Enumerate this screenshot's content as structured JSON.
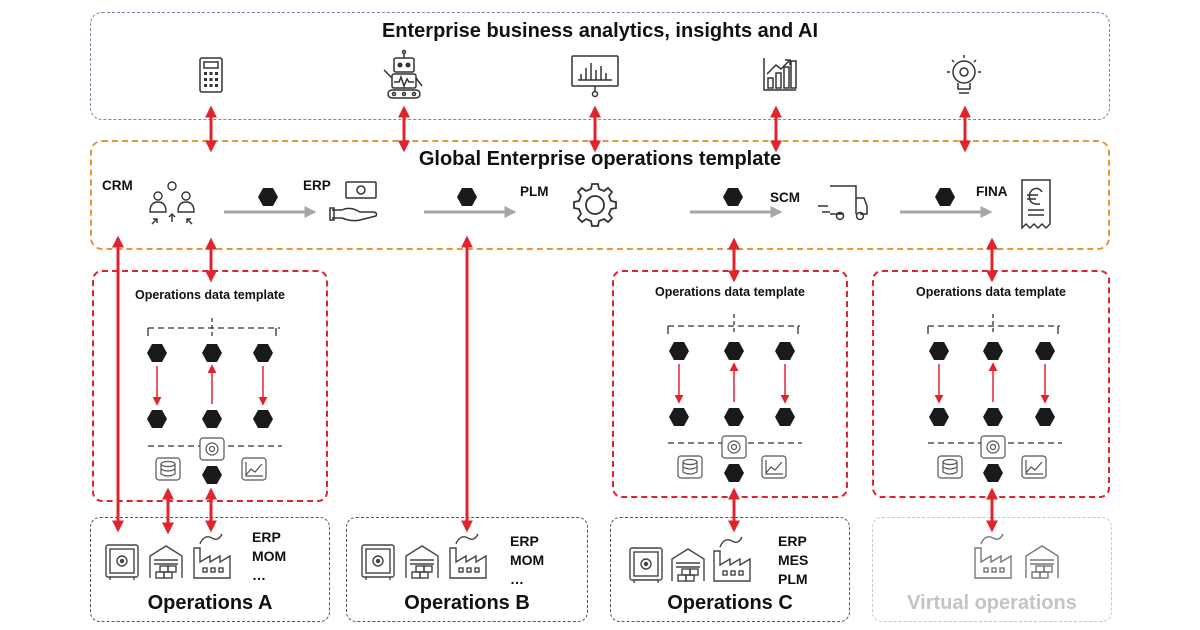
{
  "analytics": {
    "title": "Enterprise business analytics, insights and AI",
    "icons": [
      "calculator-icon",
      "robot-icon",
      "presentation-chart-icon",
      "growth-chart-icon",
      "lightbulb-icon"
    ]
  },
  "template": {
    "title": "Global Enterprise operations template",
    "processes": [
      {
        "label": "CRM",
        "icon": "people-network-icon"
      },
      {
        "label": "ERP",
        "icon": "payment-hand-icon"
      },
      {
        "label": "PLM",
        "icon": "gear-icon"
      },
      {
        "label": "SCM",
        "icon": "truck-icon"
      },
      {
        "label": "FINA",
        "icon": "euro-invoice-icon"
      }
    ]
  },
  "data_templates": [
    {
      "title": "Operations data template"
    },
    {
      "title": "Operations data template"
    },
    {
      "title": "Operations data template"
    }
  ],
  "operations": [
    {
      "title": "Operations A",
      "systems": "ERP\nMOM\n…"
    },
    {
      "title": "Operations B",
      "systems": "ERP\nMOM\n…"
    },
    {
      "title": "Operations C",
      "systems": "ERP\nMES\nPLM"
    },
    {
      "title": "Virtual operations",
      "systems": ""
    }
  ],
  "colors": {
    "accent_red": "#e0242e",
    "template_orange": "#e8963a",
    "analytics_border": "#7a86a8",
    "flow_gray": "#a6a6a6",
    "node_black": "#1a1a1a",
    "virtual_gray": "#c4c4c4"
  }
}
